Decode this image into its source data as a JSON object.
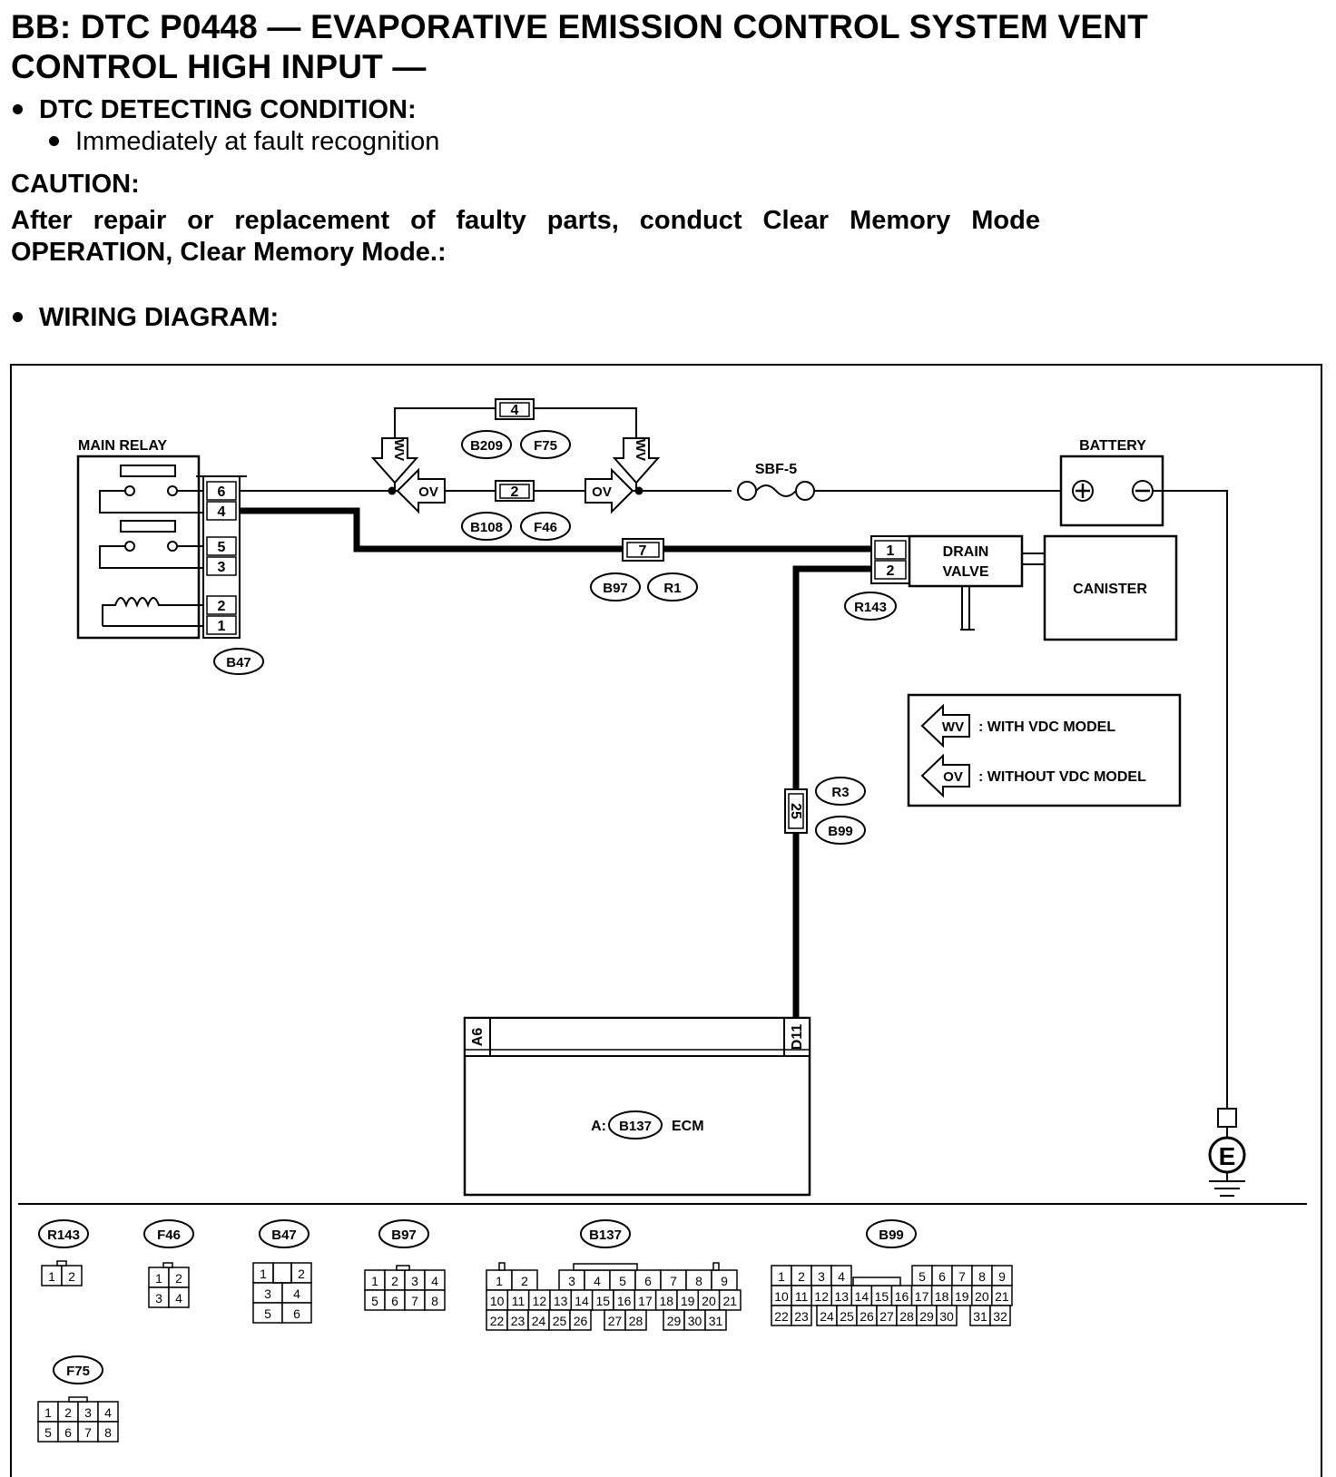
{
  "title": "BB:  DTC P0448 — EVAPORATIVE EMISSION CONTROL SYSTEM VENT CONTROL HIGH INPUT —",
  "detecting": {
    "heading": "DTC DETECTING CONDITION:",
    "item": "Immediately at fault recognition"
  },
  "caution": {
    "heading": "CAUTION:",
    "body": "After repair or replacement of faulty parts, conduct Clear Memory Mode OPERATION, Clear Memory Mode.:"
  },
  "wiring_heading": "WIRING DIAGRAM:",
  "diagram": {
    "main_relay": "MAIN RELAY",
    "relay_pins": [
      "6",
      "4",
      "5",
      "3",
      "2",
      "1"
    ],
    "battery": "BATTERY",
    "fuse": "SBF-5",
    "drain_valve_line1": "DRAIN",
    "drain_valve_line2": "VALVE",
    "drain_pins": [
      "1",
      "2"
    ],
    "canister": "CANISTER",
    "ecm": "ECM",
    "ecm_prefix": "A:",
    "ecm_pin_left": "A6",
    "ecm_pin_right": "D11",
    "pin_top": "4",
    "pin_mid": "2",
    "pin_relay_line": "7",
    "pin_vertical": "25",
    "wv": "WV",
    "ov": "OV",
    "ground": "E",
    "connectors": {
      "b209": "B209",
      "f75": "F75",
      "b108": "B108",
      "f46": "F46",
      "b97": "B97",
      "r1": "R1",
      "r143": "R143",
      "b47": "B47",
      "r3": "R3",
      "b99": "B99",
      "b137": "B137"
    },
    "legend": {
      "with_vdc": ": WITH VDC MODEL",
      "without_vdc": ": WITHOUT VDC MODEL"
    }
  },
  "connector_views": {
    "r143": {
      "name": "R143",
      "cells": [
        "1",
        "2"
      ]
    },
    "f46": {
      "name": "F46",
      "cells": [
        "1",
        "2",
        "3",
        "4"
      ]
    },
    "b47": {
      "name": "B47",
      "cells": [
        "1",
        "2",
        "3",
        "4",
        "5",
        "6"
      ]
    },
    "b97": {
      "name": "B97",
      "cells": [
        "1",
        "2",
        "3",
        "4",
        "5",
        "6",
        "7",
        "8"
      ]
    },
    "b137": {
      "name": "B137",
      "cells": [
        "1",
        "2",
        "3",
        "4",
        "5",
        "6",
        "7",
        "8",
        "9",
        "10",
        "11",
        "12",
        "13",
        "14",
        "15",
        "16",
        "17",
        "18",
        "19",
        "20",
        "21",
        "22",
        "23",
        "24",
        "25",
        "26",
        "27",
        "28",
        "29",
        "30",
        "31"
      ]
    },
    "b99": {
      "name": "B99",
      "cells": [
        "1",
        "2",
        "3",
        "4",
        "5",
        "6",
        "7",
        "8",
        "9",
        "10",
        "11",
        "12",
        "13",
        "14",
        "15",
        "16",
        "17",
        "18",
        "19",
        "20",
        "21",
        "22",
        "23",
        "24",
        "25",
        "26",
        "27",
        "28",
        "29",
        "30",
        "31",
        "32"
      ]
    },
    "f75": {
      "name": "F75",
      "cells": [
        "1",
        "2",
        "3",
        "4",
        "5",
        "6",
        "7",
        "8"
      ]
    }
  }
}
